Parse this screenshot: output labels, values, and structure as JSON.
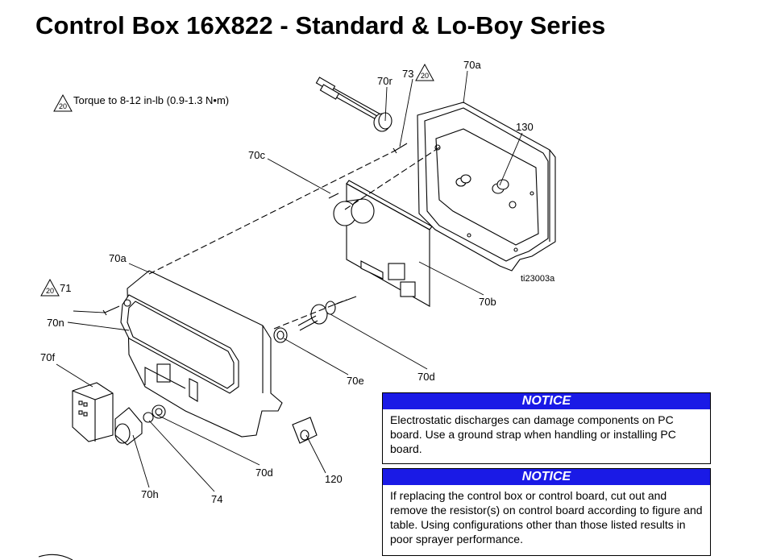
{
  "title": "Control Box 16X822 - Standard & Lo-Boy Series",
  "torque_note": {
    "symbol_number": "20",
    "text": "Torque to 8-12 in-lb (0.9-1.3 N•m)"
  },
  "figure_id": "ti23003a",
  "callouts": {
    "c70r": "70r",
    "c73": "73",
    "c73_torque": "20",
    "c70a_top": "70a",
    "c130": "130",
    "c70c": "70c",
    "c70a_left": "70a",
    "c71_torque": "20",
    "c71": "71",
    "c70n": "70n",
    "c70f": "70f",
    "c70b": "70b",
    "c70e": "70e",
    "c70d_right": "70d",
    "c70d_bottom": "70d",
    "c120": "120",
    "c70h": "70h",
    "c74": "74"
  },
  "notices": [
    {
      "heading": "NOTICE",
      "body": "Electrostatic discharges can damage components on PC board. Use a ground strap when handling or installing PC board."
    },
    {
      "heading": "NOTICE",
      "body": "If replacing the control box or control board, cut out and remove the resistor(s) on control board according to figure and table. Using configurations other than those listed results in poor sprayer performance."
    }
  ],
  "colors": {
    "notice_header_bg": "#1a1ae6",
    "notice_header_text": "#ffffff",
    "line": "#000000"
  }
}
